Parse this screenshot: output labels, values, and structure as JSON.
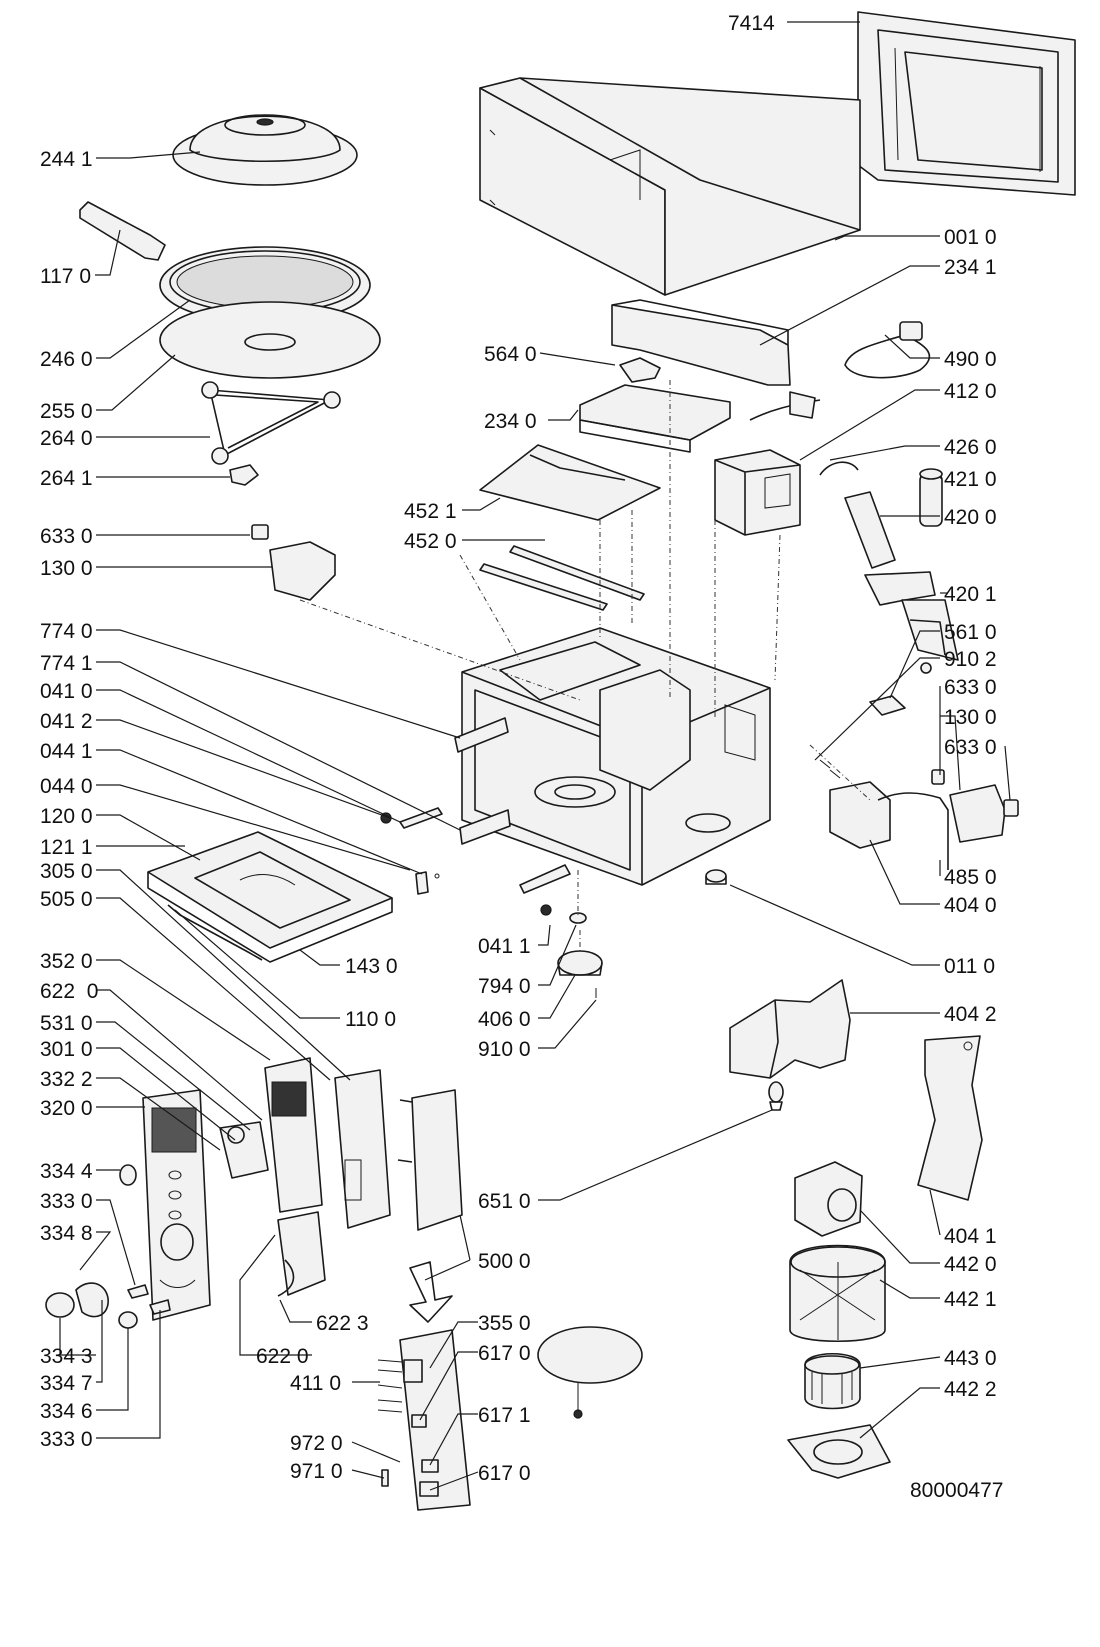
{
  "labels": [
    "7414",
    "244 1",
    "117 0",
    "246 0",
    "255 0",
    "264 0",
    "264 1",
    "633 0",
    "130 0",
    "774 0",
    "774 1",
    "041 0",
    "041 2",
    "044 1",
    "044 0",
    "120 0",
    "121 1",
    "305 0",
    "505 0",
    "352 0",
    "622  0",
    "531 0",
    "301 0",
    "332 2",
    "320 0",
    "334 4",
    "333 0",
    "334 8",
    "334 3",
    "334 7",
    "334 6",
    "333 0",
    "001 0",
    "234 1",
    "564 0",
    "490 0",
    "412 0",
    "234 0",
    "426 0",
    "421 0",
    "420 0",
    "452 1",
    "452 0",
    "420 1",
    "561 0",
    "910 2",
    "633 0",
    "130 0",
    "633 0",
    "485 0",
    "404 0",
    "143 0",
    "110 0",
    "041 1",
    "794 0",
    "406 0",
    "910 0",
    "011 0",
    "404 2",
    "404 1",
    "651 0",
    "442 0",
    "442 1",
    "500 0",
    "622 3",
    "622 0",
    "355 0",
    "617 0",
    "411 0",
    "617 1",
    "972 0",
    "971 0",
    "617 0",
    "443 0",
    "442 2"
  ],
  "document_number": "80000477"
}
